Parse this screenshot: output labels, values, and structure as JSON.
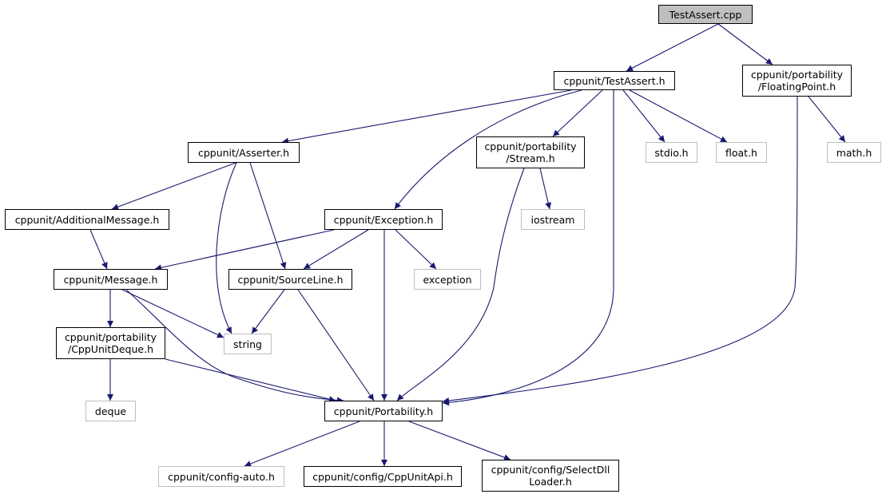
{
  "colors": {
    "edge": "#191970",
    "node_border": "#000000",
    "system_border": "#bfbfbf",
    "root_fill": "#bfbfbf"
  },
  "nodes": {
    "test_assert_cpp": {
      "lines": [
        "TestAssert.cpp"
      ]
    },
    "test_assert_h": {
      "lines": [
        "cppunit/TestAssert.h"
      ]
    },
    "floating_point_h": {
      "lines": [
        "cppunit/portability",
        "/FloatingPoint.h"
      ]
    },
    "asserter_h": {
      "lines": [
        "cppunit/Asserter.h"
      ]
    },
    "stream_h": {
      "lines": [
        "cppunit/portability",
        "/Stream.h"
      ]
    },
    "stdio_h": {
      "lines": [
        "stdio.h"
      ]
    },
    "float_h": {
      "lines": [
        "float.h"
      ]
    },
    "math_h": {
      "lines": [
        "math.h"
      ]
    },
    "additional_message_h": {
      "lines": [
        "cppunit/AdditionalMessage.h"
      ]
    },
    "exception_h": {
      "lines": [
        "cppunit/Exception.h"
      ]
    },
    "iostream": {
      "lines": [
        "iostream"
      ]
    },
    "message_h": {
      "lines": [
        "cppunit/Message.h"
      ]
    },
    "source_line_h": {
      "lines": [
        "cppunit/SourceLine.h"
      ]
    },
    "exception": {
      "lines": [
        "exception"
      ]
    },
    "cpp_unit_deque_h": {
      "lines": [
        "cppunit/portability",
        "/CppUnitDeque.h"
      ]
    },
    "string": {
      "lines": [
        "string"
      ]
    },
    "deque": {
      "lines": [
        "deque"
      ]
    },
    "portability_h": {
      "lines": [
        "cppunit/Portability.h"
      ]
    },
    "config_auto_h": {
      "lines": [
        "cppunit/config-auto.h"
      ]
    },
    "cpp_unit_api_h": {
      "lines": [
        "cppunit/config/CppUnitApi.h"
      ]
    },
    "select_dll_loader_h": {
      "lines": [
        "cppunit/config/SelectDll",
        "Loader.h"
      ]
    }
  }
}
